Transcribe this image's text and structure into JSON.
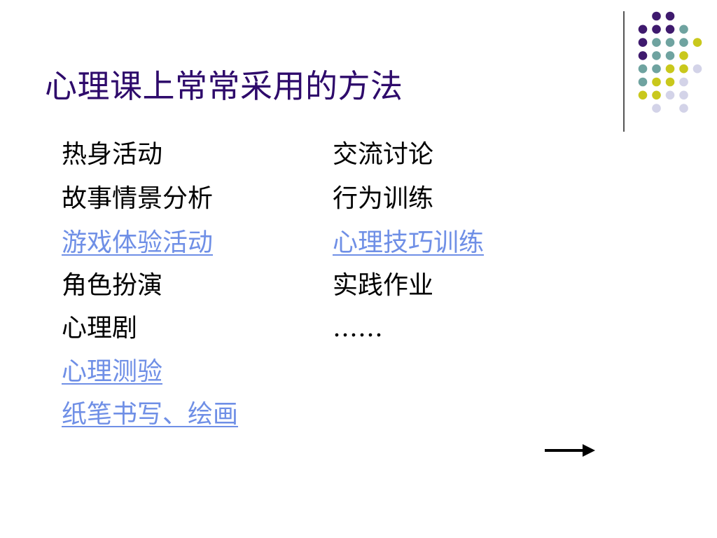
{
  "slide": {
    "title": "心理课上常常采用的方法",
    "left_column": [
      {
        "label": "热身活动",
        "link": false
      },
      {
        "label": "故事情景分析",
        "link": false
      },
      {
        "label": "游戏体验活动",
        "link": true
      },
      {
        "label": "角色扮演",
        "link": false
      },
      {
        "label": "心理剧",
        "link": false
      },
      {
        "label": "心理测验",
        "link": true
      },
      {
        "label": "纸笔书写、绘画",
        "link": true
      }
    ],
    "right_column": [
      {
        "label": "交流讨论",
        "link": false
      },
      {
        "label": "行为训练",
        "link": false
      },
      {
        "label": "心理技巧训练",
        "link": true
      },
      {
        "label": "实践作业",
        "link": false
      },
      {
        "label": "……",
        "link": false
      }
    ]
  },
  "colors": {
    "title": "#2e0a6b",
    "link": "#6f8fe6",
    "text": "#000000",
    "dot_purple": "#3f1a6e",
    "dot_teal": "#6fa3a0",
    "dot_yellow": "#c9c81c",
    "dot_lavender": "#d3d3e8"
  },
  "icons": {
    "decoration": "dot-grid-decoration",
    "next": "right-arrow-icon"
  }
}
